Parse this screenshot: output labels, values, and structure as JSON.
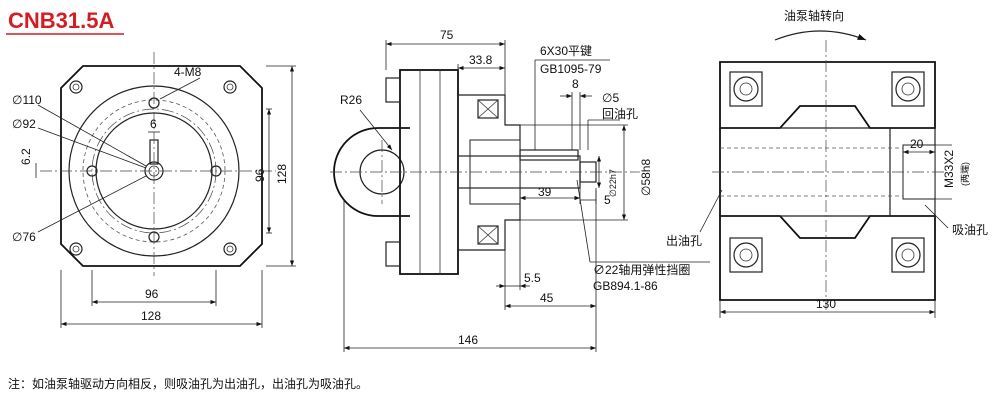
{
  "title": "CNB31.5A",
  "rotation_label": "油泵轴转向",
  "note": "注：如油泵轴驱动方向相反，则吸油孔为出油孔，出油孔为吸油孔。",
  "front_view": {
    "d110": "∅110",
    "d92": "∅92",
    "d76": "∅76",
    "m8": "4-M8",
    "six": "6",
    "six_two": "6.2",
    "v96": "96",
    "v128": "128",
    "h96": "96",
    "h128": "128"
  },
  "side_view": {
    "d75": "75",
    "d33_8": "33.8",
    "key": "6X30平键",
    "key_std": "GB1095-79",
    "eight": "8",
    "d5": "∅5",
    "return_port": "回油孔",
    "r26": "R26",
    "d22h7": "∅22h7",
    "d58h8": "∅58h8",
    "d39": "39",
    "five": "5",
    "ring": "∅22轴用弹性挡圈",
    "ring_std": "GB894.1-86",
    "d5_5": "5.5",
    "d45": "45",
    "d146": "146"
  },
  "top_view": {
    "d20": "20",
    "thread": "M33X2",
    "both_ends": "(两端)",
    "outlet": "出油孔",
    "inlet": "吸油孔",
    "d130": "130"
  }
}
